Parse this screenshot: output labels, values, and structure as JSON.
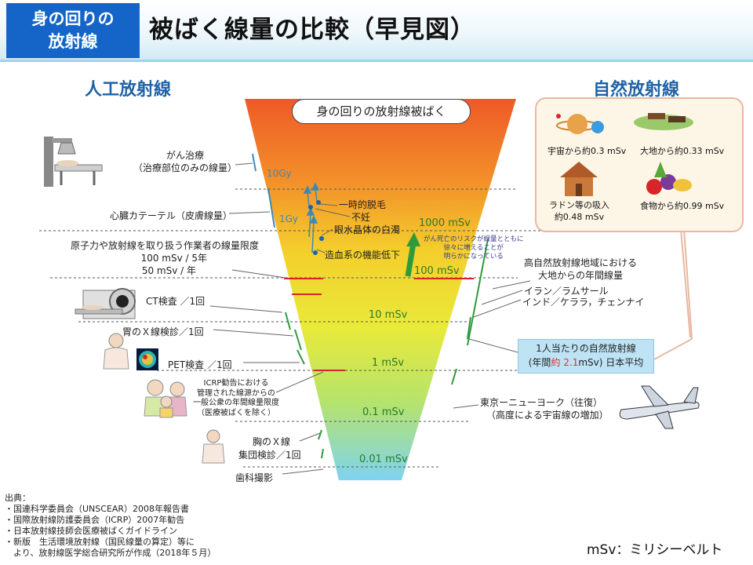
{
  "header": {
    "badge_line1": "身の回りの",
    "badge_line2": "放射線",
    "title": "被ばく線量の比較（早見図）"
  },
  "sections": {
    "artificial": "人工放射線",
    "natural": "自然放射線"
  },
  "funnel_label": "身の回りの放射線被ばく",
  "levels": {
    "gy10": "10Gy",
    "gy1": "1Gy",
    "msv1000": "1000 mSv",
    "msv100": "100 mSv",
    "msv10": "10 mSv",
    "msv1": "1 mSv",
    "msv01": "0.1 mSv",
    "msv001": "0.01 mSv"
  },
  "cancer_risk": [
    "がん死亡のリスクが線量とともに",
    "徐々に増えることが",
    "明らかになっている"
  ],
  "effects": [
    "一時的脱毛",
    "不妊",
    "眼水晶体の白濁",
    "造血系の機能低下"
  ],
  "artificial": {
    "cancer_therapy": [
      "がん治療",
      "（治療部位のみの線量）"
    ],
    "cardiac_cath": "心臓カテーテル（皮膚線量）",
    "worker_limit": [
      "原子力や放射線を取り扱う作業者の線量限度",
      "100 mSv / 5年",
      "50 mSv / 年"
    ],
    "ct": "CT検査 ／1回",
    "stomach_xray": "胃のＸ線検診／1回",
    "pet": "PET検査 ／1回",
    "public_limit": [
      "ICRP勧告における",
      "管理された線源からの",
      "一般公衆の年間線量限度",
      "（医療被ばくを除く）"
    ],
    "chest_xray": [
      "胸のＸ線",
      "集団検診／1回"
    ],
    "dental": "歯科撮影"
  },
  "natural": {
    "cosmic": "宇宙から約0.3 mSv",
    "ground": "大地から約0.33 mSv",
    "radon": [
      "ラドン等の吸入",
      "約0.48 mSv"
    ],
    "food": "食物から約0.99 mSv",
    "high_areas": [
      "高自然放射線地域における",
      "大地からの年間線量"
    ],
    "iran": "イラン／ラムサール",
    "india": "インド／ケララ，チェンナイ",
    "avg_line1": "1人当たりの自然放射線",
    "avg_line2_pre": "(年間",
    "avg_line2_hl": "約 2.1",
    "avg_line2_post": "mSv) 日本平均",
    "flight": [
      "東京ーニューヨーク（往復）",
      "（高度による宇宙線の増加）"
    ]
  },
  "sources": [
    "出典：",
    "・国連科学委員会（UNSCEAR）2008年報告書",
    "・国際放射線防護委員会（ICRP）2007年勧告",
    "・日本放射線技師会医療被ばくガイドライン",
    "・新版　生活環境放射線（国民線量の算定）等に",
    "　より、放射線医学総合研究所が作成（2018年５月）"
  ],
  "unit_note": "mSv：ミリシーベルト",
  "colors": {
    "accent_blue": "#1565c8",
    "section_blue": "#1e62a8",
    "marker_red": "#d9242a",
    "marker_green": "#2f9a3c",
    "marker_blue": "#3a8ab8"
  }
}
